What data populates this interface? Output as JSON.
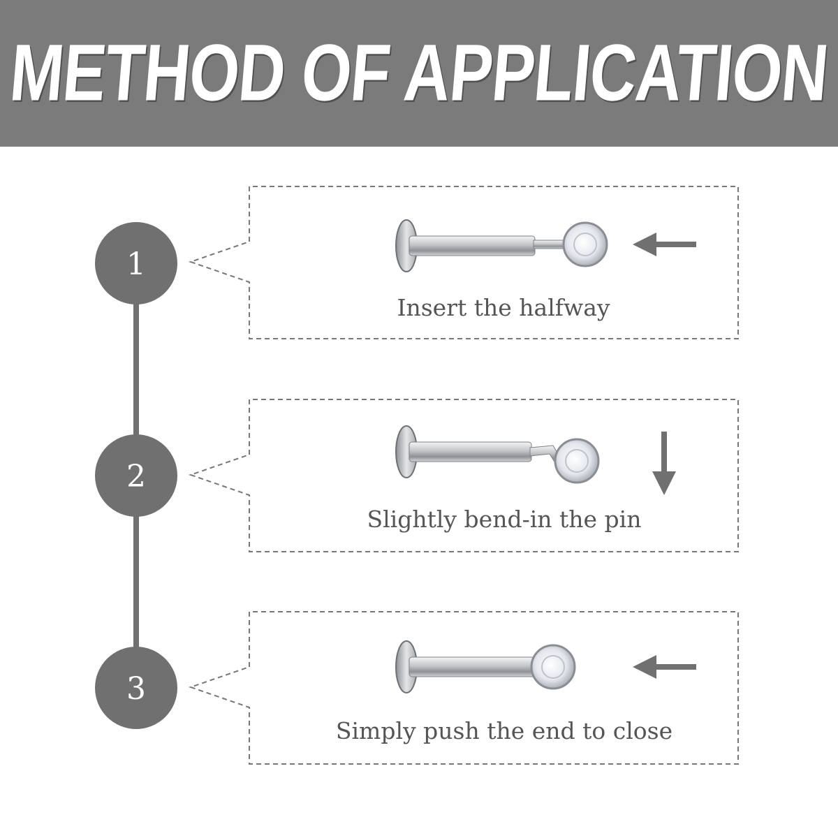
{
  "header": {
    "title": "METHOD OF APPLICATION"
  },
  "colors": {
    "header_bg": "#7a7b7a",
    "circle": "#6f706f",
    "arrow": "#6f706f",
    "dashed_border": "#777777",
    "caption_text": "#555555",
    "metal": "#c9cbcd",
    "gem": "#eef0f4"
  },
  "steps": [
    {
      "number": "1",
      "caption": "Insert the halfway",
      "arrow_icon": "arrow-left-icon",
      "pin_state": "straight"
    },
    {
      "number": "2",
      "caption": "Slightly bend-in the pin",
      "arrow_icon": "arrow-down-icon",
      "pin_state": "bent"
    },
    {
      "number": "3",
      "caption": "Simply push the end to close",
      "arrow_icon": "arrow-left-icon",
      "pin_state": "closed"
    }
  ]
}
